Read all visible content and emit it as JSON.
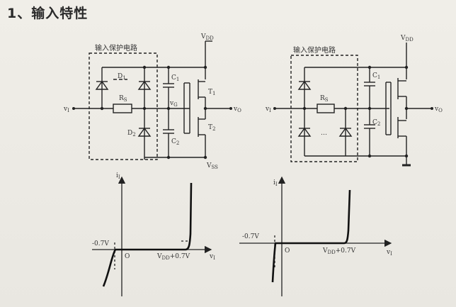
{
  "title": "1、输入特性",
  "circuit_left": {
    "box_label": "输入保护电路",
    "vdd": "V",
    "vdd_sub": "DD",
    "vss": "V",
    "vss_sub": "SS",
    "d1": "D",
    "d1_sub": "1",
    "d2": "D",
    "d2_sub": "2",
    "rs": "R",
    "rs_sub": "S",
    "c1": "C",
    "c1_sub": "1",
    "c2": "C",
    "c2_sub": "2",
    "t1": "T",
    "t1_sub": "1",
    "t2": "T",
    "t2_sub": "2",
    "vi": "v",
    "vi_sub": "I",
    "vo": "v",
    "vo_sub": "O",
    "vg": "v",
    "vg_sub": "G"
  },
  "circuit_right": {
    "box_label": "输入保护电路",
    "vdd": "V",
    "vdd_sub": "DD",
    "rs": "R",
    "rs_sub": "S",
    "c1": "C",
    "c1_sub": "1",
    "c2": "C",
    "c2_sub": "2",
    "ellipsis": "…",
    "vi": "v",
    "vi_sub": "I",
    "vo": "v",
    "vo_sub": "O"
  },
  "graph_left": {
    "y_label": "i",
    "y_sub": "I",
    "neg_label": "-0.7V",
    "origin": "O",
    "pos_label": "V",
    "pos_sub": "DD",
    "pos_suffix": "+0.7V",
    "x_label": "v",
    "x_sub": "I"
  },
  "graph_right": {
    "y_label": "i",
    "y_sub": "I",
    "neg_label": "-0.7V",
    "origin": "O",
    "pos_label": "V",
    "pos_sub": "DD",
    "pos_suffix": "+0.7V",
    "x_label": "v",
    "x_sub": "I"
  }
}
